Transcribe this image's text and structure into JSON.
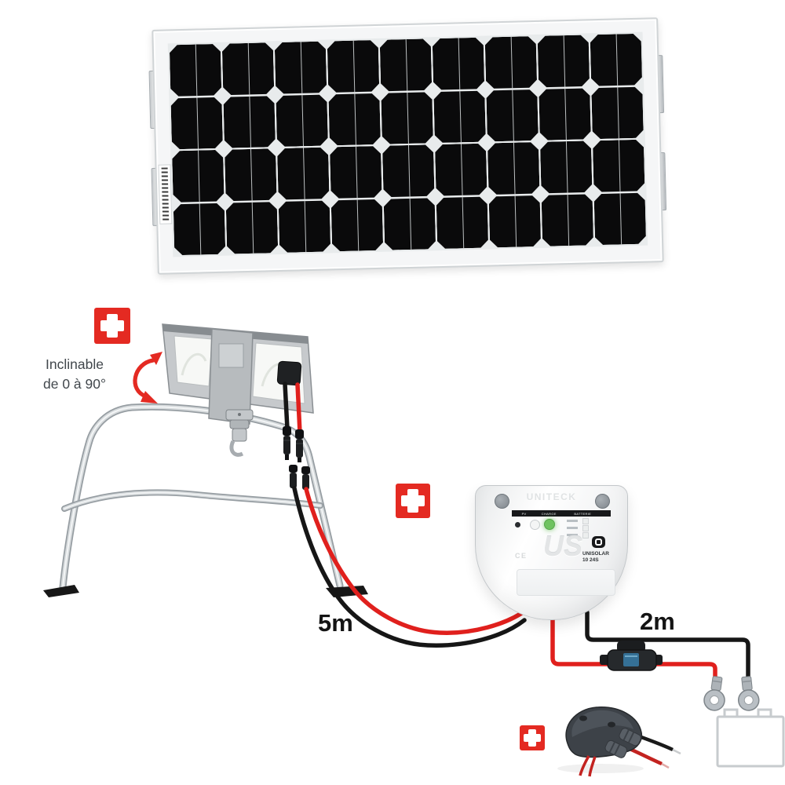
{
  "colors": {
    "accent_red": "#e42a22",
    "cable_red": "#e0201d",
    "cable_black": "#161616",
    "steel": "#c7cbce",
    "text_dark": "#41474c"
  },
  "annotations": {
    "tilt": {
      "line1": "Inclinable",
      "line2": "de 0 à 90°"
    },
    "solar_cable_length": "5m",
    "battery_cable_length": "2m"
  },
  "controller": {
    "brand": "UNITECK",
    "logo": "US",
    "model": "UNISOLAR",
    "model_ref": "10 24S",
    "strip_labels": [
      "PV",
      "CHARGE",
      "BATTERIE"
    ],
    "ce_mark": "CE"
  },
  "big_panel": {
    "columns": 9,
    "rows": 4
  }
}
